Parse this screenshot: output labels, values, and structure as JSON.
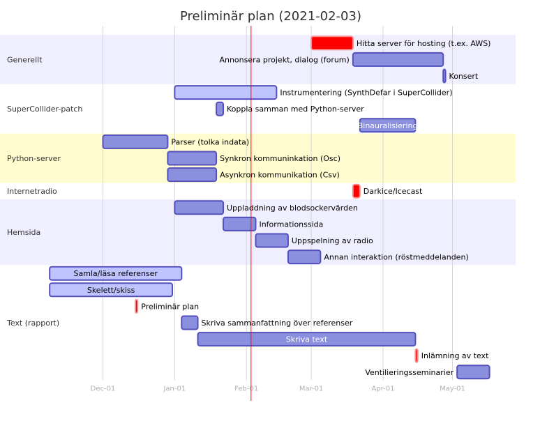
{
  "chart_data": {
    "type": "gantt",
    "title": "Preliminär plan (2021-02-03)",
    "today": "2021-02-03",
    "x_range": [
      "2020-11-01",
      "2021-05-20"
    ],
    "x_ticks": [
      {
        "date": "2020-12-01",
        "label": "Dec-01"
      },
      {
        "date": "2021-01-01",
        "label": "Jan-01"
      },
      {
        "date": "2021-02-01",
        "label": "Feb-01"
      },
      {
        "date": "2021-03-01",
        "label": "Mar-01"
      },
      {
        "date": "2021-04-01",
        "label": "Apr-01"
      },
      {
        "date": "2021-05-01",
        "label": "May-01"
      }
    ],
    "colors": {
      "section_even": "#efefff",
      "section_odd": "#ffffff",
      "section_python": "#fffdd0",
      "task_active": "#8a90dd",
      "task_light": "#bfc4ff",
      "task_border": "#534fbc",
      "task_critical": "#ff0000",
      "task_critical_border": "#ff8888",
      "grid": "#d3d3d3",
      "today_line": "#ff0000"
    },
    "sections": [
      {
        "name": "Generellt",
        "tasks": [
          {
            "name": "Hitta server för hosting (t.ex. AWS)",
            "start": "2021-03-01",
            "end": "2021-03-19",
            "style": "critical",
            "label_pos": "right"
          },
          {
            "name": "Annonsera projekt, dialog (forum)",
            "start": "2021-03-19",
            "end": "2021-04-27",
            "style": "active",
            "label_pos": "left"
          },
          {
            "name": "Konsert",
            "start": "2021-04-27",
            "end": "2021-04-28",
            "style": "active",
            "label_pos": "right"
          }
        ]
      },
      {
        "name": "SuperCollider-patch",
        "tasks": [
          {
            "name": "Instrumentering (SynthDefar i SuperCollider)",
            "start": "2021-01-01",
            "end": "2021-02-14",
            "style": "light",
            "label_pos": "right"
          },
          {
            "name": "Koppla samman med Python-server",
            "start": "2021-01-19",
            "end": "2021-01-22",
            "style": "active",
            "label_pos": "right"
          },
          {
            "name": "Binauralisiering",
            "start": "2021-03-22",
            "end": "2021-04-15",
            "style": "active",
            "label_pos": "inside"
          }
        ]
      },
      {
        "name": "Python-server",
        "tasks": [
          {
            "name": "Parser (tolka indata)",
            "start": "2020-12-01",
            "end": "2020-12-29",
            "style": "active",
            "label_pos": "right"
          },
          {
            "name": "Synkron kommuninkation (Osc)",
            "start": "2020-12-29",
            "end": "2021-01-19",
            "style": "active",
            "label_pos": "right"
          },
          {
            "name": "Asynkron kommunikation (Csv)",
            "start": "2020-12-29",
            "end": "2021-01-19",
            "style": "active",
            "label_pos": "right"
          }
        ]
      },
      {
        "name": "Internetradio",
        "tasks": [
          {
            "name": "Darkice/Icecast",
            "start": "2021-03-19",
            "end": "2021-03-22",
            "style": "critical",
            "label_pos": "right"
          }
        ]
      },
      {
        "name": "Hemsida",
        "tasks": [
          {
            "name": "Uppladdning av blodsockervärden",
            "start": "2021-01-01",
            "end": "2021-01-22",
            "style": "active",
            "label_pos": "right"
          },
          {
            "name": "Informationssida",
            "start": "2021-01-22",
            "end": "2021-02-05",
            "style": "active",
            "label_pos": "right"
          },
          {
            "name": "Uppspelning av radio",
            "start": "2021-02-05",
            "end": "2021-02-19",
            "style": "active",
            "label_pos": "right"
          },
          {
            "name": "Annan interaktion (röstmeddelanden)",
            "start": "2021-02-19",
            "end": "2021-03-05",
            "style": "active",
            "label_pos": "right"
          }
        ]
      },
      {
        "name": "Text (rapport)",
        "tasks": [
          {
            "name": "Samla/läsa referenser",
            "start": "2020-11-08",
            "end": "2021-01-04",
            "style": "light",
            "label_pos": "inside"
          },
          {
            "name": "Skelett/skiss",
            "start": "2020-11-08",
            "end": "2020-12-31",
            "style": "light",
            "label_pos": "inside"
          },
          {
            "name": "Preliminär plan",
            "start": "2020-12-15",
            "end": "2020-12-16",
            "style": "critical",
            "label_pos": "right"
          },
          {
            "name": "Skriva sammanfattning över referenser",
            "start": "2021-01-04",
            "end": "2021-01-11",
            "style": "active",
            "label_pos": "right"
          },
          {
            "name": "Skriva text",
            "start": "2021-01-11",
            "end": "2021-04-15",
            "style": "active",
            "label_pos": "inside"
          },
          {
            "name": "Inlämning av text",
            "start": "2021-04-15",
            "end": "2021-04-16",
            "style": "critical",
            "label_pos": "right"
          },
          {
            "name": "Ventilieringsseminarier",
            "start": "2021-05-03",
            "end": "2021-05-17",
            "style": "active",
            "label_pos": "left"
          }
        ]
      }
    ]
  }
}
